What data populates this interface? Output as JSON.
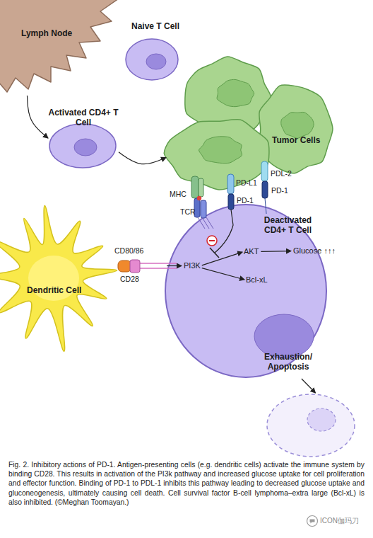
{
  "diagram": {
    "caption": "Fig. 2. Inhibitory actions of PD-1. Antigen-presenting cells (e.g. dendritic cells) activate the immune system by binding CD28. This results in activation of the PI3k pathway and increased glucose uptake for cell proliferation and effector function. Binding of PD-1 to PDL-1 inhibits this pathway leading to decreased glucose uptake and gluconeogenesis, ultimately causing cell death. Cell survival factor B-cell lymphoma–extra large (Bcl-xL) is also inhibited. (©Meghan Toomayan.)",
    "nodes": [
      {
        "text": [
          "Lymph Node"
        ]
      },
      {
        "text": [
          "Naive T Cell"
        ]
      },
      {
        "text": [
          "Activated CD4+ T Cell"
        ]
      },
      {
        "text": [
          "Tumor Cells"
        ]
      },
      {
        "text": [
          "Dendritic Cell"
        ]
      },
      {
        "text": [
          "Deactivated CD4+ T Cell"
        ]
      },
      {
        "text": [
          "PI3K"
        ],
        "in": 5
      },
      {
        "text": [
          "AKT"
        ],
        "in": 5
      },
      {
        "text": [
          "Glucose ↑↑↑"
        ],
        "in": 5
      },
      {
        "text": [
          "Bcl-xL"
        ],
        "in": 5
      },
      {
        "text": [
          "Exhaustion/ Apoptosis"
        ]
      }
    ],
    "edges": [
      {
        "from": 0,
        "to": 2,
        "arrow": "to"
      },
      {
        "from": 2,
        "to": 3,
        "arrow": "to"
      },
      {
        "from": 5,
        "to": 10,
        "arrow": "to"
      },
      {
        "from": 6,
        "to": 7,
        "arrow": "to"
      },
      {
        "from": 7,
        "to": 8,
        "arrow": "to"
      },
      {
        "from": 6,
        "to": 9,
        "arrow": "to"
      }
    ],
    "labels": [
      "MHC",
      "TCR",
      "PD-L1",
      "PD-1",
      "PDL-2",
      "PD-1",
      "CD80/86",
      "CD28",
      "ICON伽玛刀"
    ]
  }
}
